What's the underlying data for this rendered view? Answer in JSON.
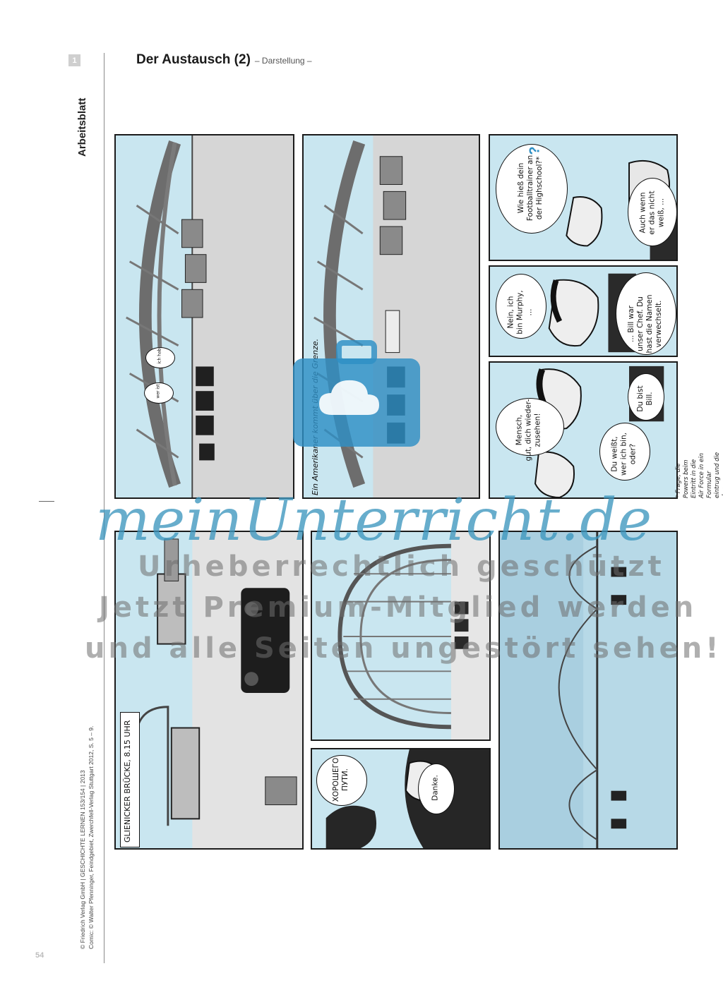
{
  "header": {
    "section_number": "1",
    "title": "Der Austausch (2)",
    "subtitle": "– Darstellung –",
    "side_label": "Arbeitsblatt"
  },
  "credits": {
    "line1": "© Friedrich Verlag GmbH | GESCHICHTE LERNEN 153/154 | 2013",
    "line2": "Comic: © Walter Pfenninger, Feindgebiet, Zwerchfell-Verlag Stuttgart 2012, S. 5 – 9."
  },
  "page_number": "54",
  "panels": {
    "p1": {
      "bubble1": "ich hab",
      "bubble2": "wer ist"
    },
    "p2": {
      "caption": "Ein Amerikaner kommt über die Grenze."
    },
    "p3": {
      "bubble1": "Wie hieß dein\nFootballtrainer an\nder Highschool?*",
      "bubble2": "Auch wenn\ner das nicht\nweiß, ...",
      "mark": "?"
    },
    "p4": {
      "bubble1": "Nein, ich\nbin Murphy,\n...",
      "bubble2": "... Bill war\nunser Chef. Du\nhast die Namen\nverwechselt."
    },
    "p5": {
      "bubble1": "Mensch,\ngut, dich wieder-\nzusehen!",
      "bubble2": "Du weißt,\nwer ich bin,\noder?",
      "bubble3": "Du bist\nBill."
    },
    "footnote": "* Frage, die Powers beim Eintritt in die Air Force in ein Formular eintrug und die der Identifikation\ndienen sollte.",
    "p6": {
      "caption": "GLIENICKER BRÜCKE, 8.15 UHR"
    },
    "p8": {
      "bubble1": "ХОРОШЕГО\nПУТИ.",
      "bubble2": "Danke."
    }
  },
  "watermark": {
    "logo": "meinUnterricht.de",
    "line1": "Urheberrechtlich geschützt",
    "line2": "Jetzt Premium-Mitglied werden",
    "line3": "und alle Seiten ungestört sehen!"
  },
  "colors": {
    "panel_sky": "#c9e6f0",
    "logo_blue": "#3c96be",
    "briefcase_blue": "#2e8fc4"
  }
}
